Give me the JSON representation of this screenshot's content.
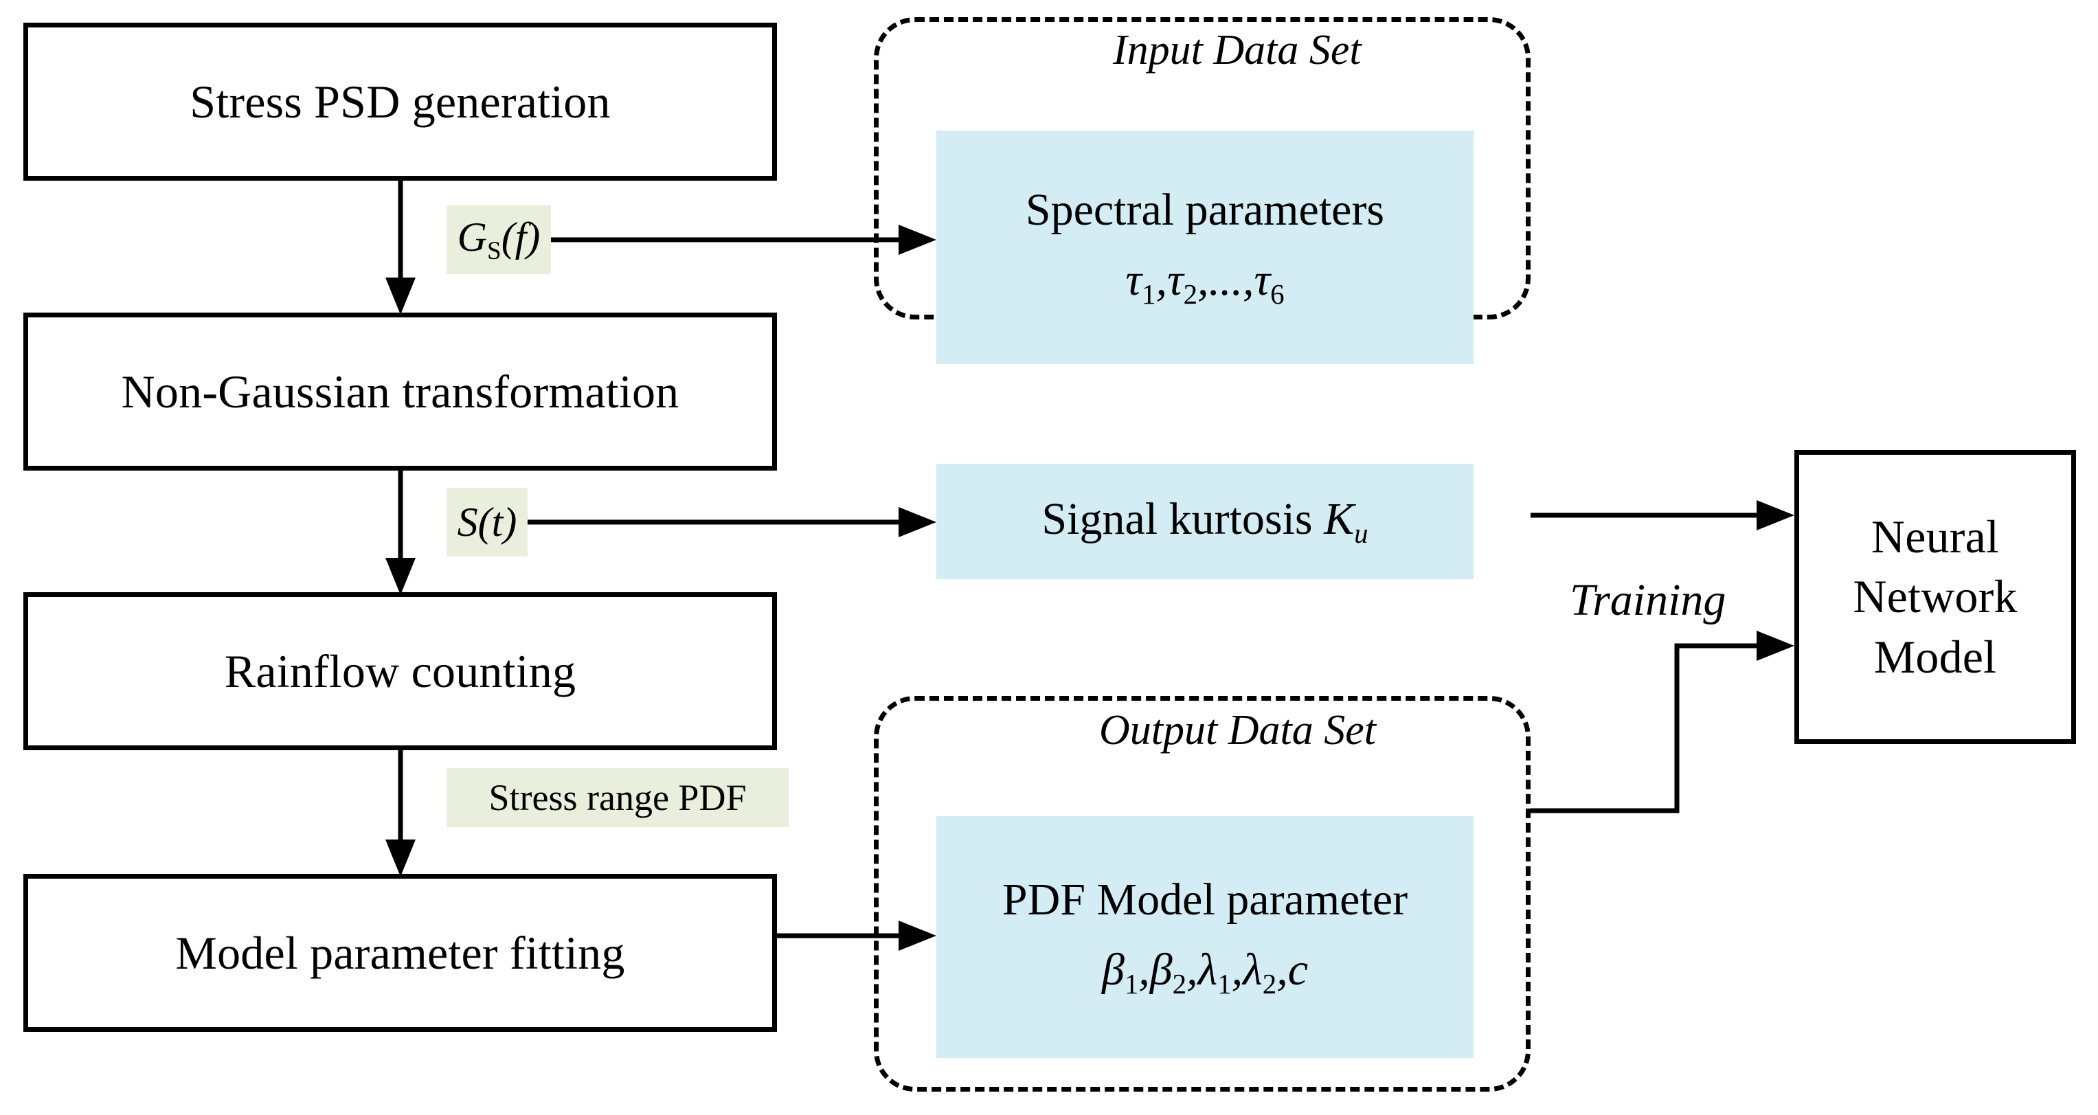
{
  "diagram": {
    "title_hidden": "Neural-network training data flow for non-Gaussian stress range PDF",
    "colors": {
      "stroke": "#000000",
      "data_box_fill": "#d4ecf3",
      "edge_label_fill": "#e9efdc",
      "background": "#ffffff"
    }
  },
  "process_boxes": [
    {
      "id": "stress-psd-generation",
      "label": "Stress PSD generation"
    },
    {
      "id": "non-gaussian-transformation",
      "label": "Non-Gaussian transformation"
    },
    {
      "id": "rainflow-counting",
      "label": "Rainflow counting"
    },
    {
      "id": "model-parameter-fitting",
      "label": "Model parameter fitting"
    },
    {
      "id": "neural-network-model",
      "label": "Neural Network Model"
    }
  ],
  "edge_labels": [
    {
      "id": "gs-f",
      "label": "Gₛ(f)",
      "html": "<i>G</i><span class=\"sub\">S</span><i>(f)</i>"
    },
    {
      "id": "s-t",
      "label": "S(t)",
      "html": "<i>S(t)</i>"
    },
    {
      "id": "stress-range-pdf",
      "label": "Stress range PDF",
      "html": "Stress range PDF"
    },
    {
      "id": "training",
      "label": "Training",
      "html": "Training"
    }
  ],
  "groups": [
    {
      "id": "input-data-set",
      "title": "Input Data Set",
      "items": [
        {
          "id": "spectral-parameters",
          "line1": "Spectral parameters",
          "line2": "τ₁,τ₂,...,τ₆",
          "line1_html": "Spectral parameters",
          "line2_html": "<i>τ</i><span class=\"sub\">1</span>,<i>τ</i><span class=\"sub\">2</span>,...,<i>τ</i><span class=\"sub\">6</span>"
        },
        {
          "id": "signal-kurtosis",
          "line1": "Signal kurtosis Kᵤ",
          "line2": "",
          "line1_html": "Signal kurtosis <i>K</i><span class=\"subi\">u</span>",
          "line2_html": ""
        }
      ]
    },
    {
      "id": "output-data-set",
      "title": "Output Data Set",
      "items": [
        {
          "id": "pdf-model-parameter",
          "line1": "PDF Model parameter",
          "line2": "β₁,β₂,λ₁,λ₂,c",
          "line1_html": "PDF Model parameter",
          "line2_html": "<i>β</i><span class=\"sub\">1</span>,<i>β</i><span class=\"sub\">2</span>,<i>λ</i><span class=\"sub\">1</span>,<i>λ</i><span class=\"sub\">2</span>,<i>c</i>"
        }
      ]
    }
  ],
  "connections": [
    {
      "id": "psd-to-ngt",
      "from": "stress-psd-generation",
      "to": "non-gaussian-transformation",
      "label": ""
    },
    {
      "id": "ngt-to-rainflow",
      "from": "non-gaussian-transformation",
      "to": "rainflow-counting",
      "label": ""
    },
    {
      "id": "rainflow-to-fit",
      "from": "rainflow-counting",
      "to": "model-parameter-fitting",
      "label": "Stress range PDF"
    },
    {
      "id": "gs-to-spectral",
      "from": "stress-psd-generation",
      "to": "spectral-parameters",
      "label": "Gₛ(f)"
    },
    {
      "id": "st-to-kurtosis",
      "from": "non-gaussian-transformation",
      "to": "signal-kurtosis",
      "label": "S(t)"
    },
    {
      "id": "fit-to-pdfparams",
      "from": "model-parameter-fitting",
      "to": "pdf-model-parameter",
      "label": ""
    },
    {
      "id": "input-to-nn",
      "from": "input-data-set",
      "to": "neural-network-model",
      "label": "Training"
    },
    {
      "id": "output-to-nn",
      "from": "output-data-set",
      "to": "neural-network-model",
      "label": "Training"
    }
  ]
}
